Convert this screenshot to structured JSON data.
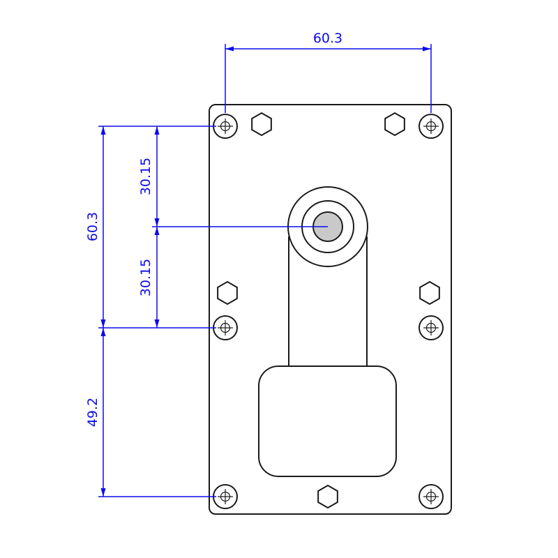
{
  "drawing": {
    "kind": "dimensioned-technical-drawing",
    "colors": {
      "dimension": "#0b0bec",
      "outline": "#1a1a1a",
      "bore_fill": "#c9c9c9"
    },
    "dimensions": {
      "top_width": "60.3",
      "left_total_height": "60.3",
      "upper_center_offset": "30.15",
      "lower_center_offset": "30.15",
      "bottom_offset": "49.2"
    }
  }
}
